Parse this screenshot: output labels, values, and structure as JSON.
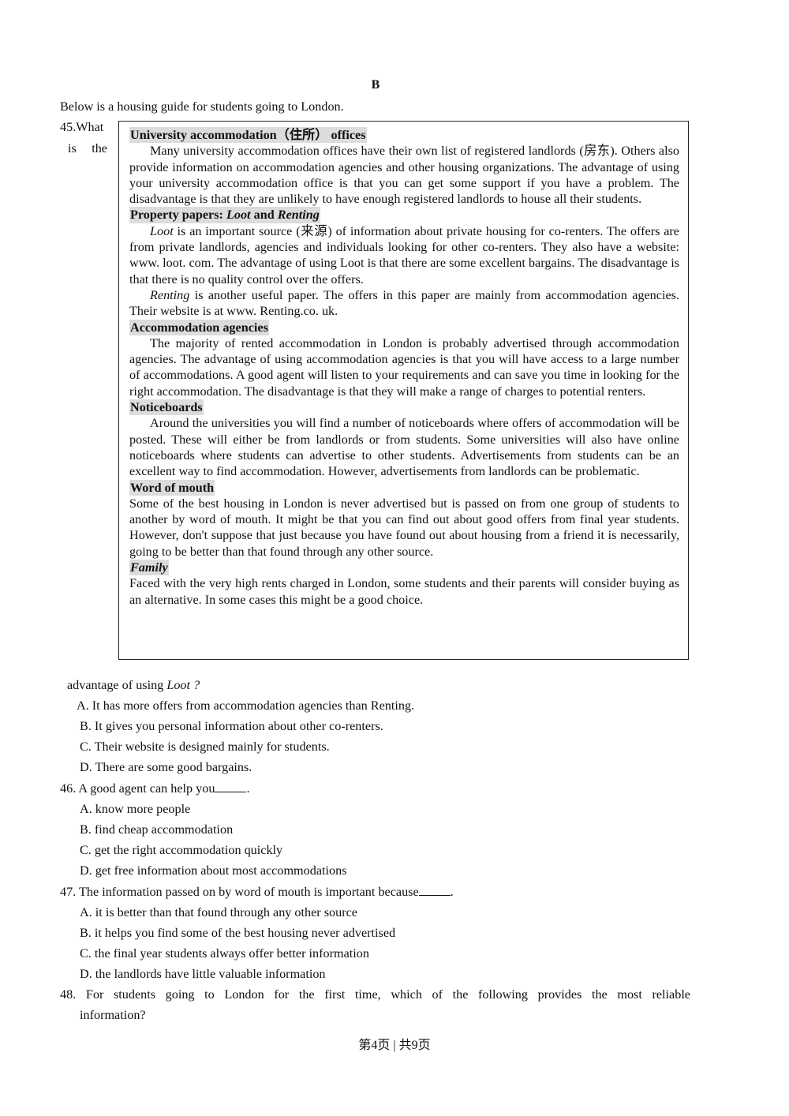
{
  "section_letter": "B",
  "intro": "Below is a housing guide for students going to London.",
  "q45": {
    "num_line1": "45.What",
    "num_line2_a": "is",
    "num_line2_b": "the",
    "stem_rest": "advantage of using",
    "stem_italic": "Loot",
    "stem_end": "?",
    "options": [
      "A. It has more offers from accommodation agencies than Renting.",
      "B. It gives you personal information about other co-renters.",
      "C. Their website is designed mainly for students.",
      "D. There are some good bargains."
    ]
  },
  "guide": {
    "s1_heading": "University accommodation（住所） offices",
    "s1_text": "Many university accommodation offices have their own list of registered landlords (房东). Others also provide information on accommodation agencies and other housing organizations. The advantage of using your university accommodation office is that you can get some support if you have a problem. The disadvantage is that they are unlikely to have enough registered landlords to house all their students.",
    "s2_heading_a": "Property papers:",
    "s2_heading_b": "Loot",
    "s2_heading_c": "and",
    "s2_heading_d": "Renting",
    "s2_p1_italic": "Loot",
    "s2_p1_text": " is an important source (来源) of information about private housing for co-renters. The offers are from private landlords, agencies and individuals looking for other co-renters. They also have a website: www. loot. com. The advantage of using Loot is that there are some excellent bargains. The disadvantage is that there is no quality control over the offers.",
    "s2_p2_italic": "Renting",
    "s2_p2_text": " is another useful paper. The offers in this paper are mainly from accommodation agencies. Their website is at www. Renting.co. uk.",
    "s3_heading": "Accommodation agencies",
    "s3_text": "The majority of rented accommodation in London is probably advertised through accommodation agencies. The advantage of using accommodation agencies is that you will have access to a large number of accommodations. A good agent will listen to your requirements and can save you time in looking for the right accommodation. The disadvantage is that they will make a range of charges to potential renters.",
    "s4_heading": "Noticeboards",
    "s4_text": "Around the universities you will find a number of noticeboards where offers of accommodation will be posted. These will either be from landlords or from students. Some universities will also have online noticeboards where students can advertise to other students. Advertisements from students can be an excellent way to find accommodation. However, advertisements from landlords can be problematic.",
    "s5_heading": "Word of mouth",
    "s5_text": "Some of the best housing in London is never advertised but is passed on from one group of students to another by word of mouth. It might be that you can find out about good offers from final year students. However, don't suppose that just because you have found out about housing from a friend it is necessarily, going to be better than that found through any other source.",
    "s6_heading": "Family",
    "s6_text": "Faced with the very high rents charged in London, some students and their parents will consider buying as an alternative. In some cases this might be a good choice."
  },
  "q46": {
    "stem": "46. A good agent can help you",
    "end": ".",
    "options": [
      "A. know more people",
      "B. find cheap accommodation",
      "C. get the right accommodation quickly",
      "D. get free information about most accommodations"
    ]
  },
  "q47": {
    "stem": "47. The information passed on by word of mouth is important because",
    "end": ".",
    "options": [
      "A. it is better than that found through any other source",
      "B. it helps you find some of the best housing never advertised",
      "C. the final year students always offer better information",
      "D. the landlords have little valuable information"
    ]
  },
  "q48": {
    "line1": "48. For students going to London for the first time, which of the following provides the most reliable",
    "line2": "information?"
  },
  "footer": "第4页 | 共9页"
}
